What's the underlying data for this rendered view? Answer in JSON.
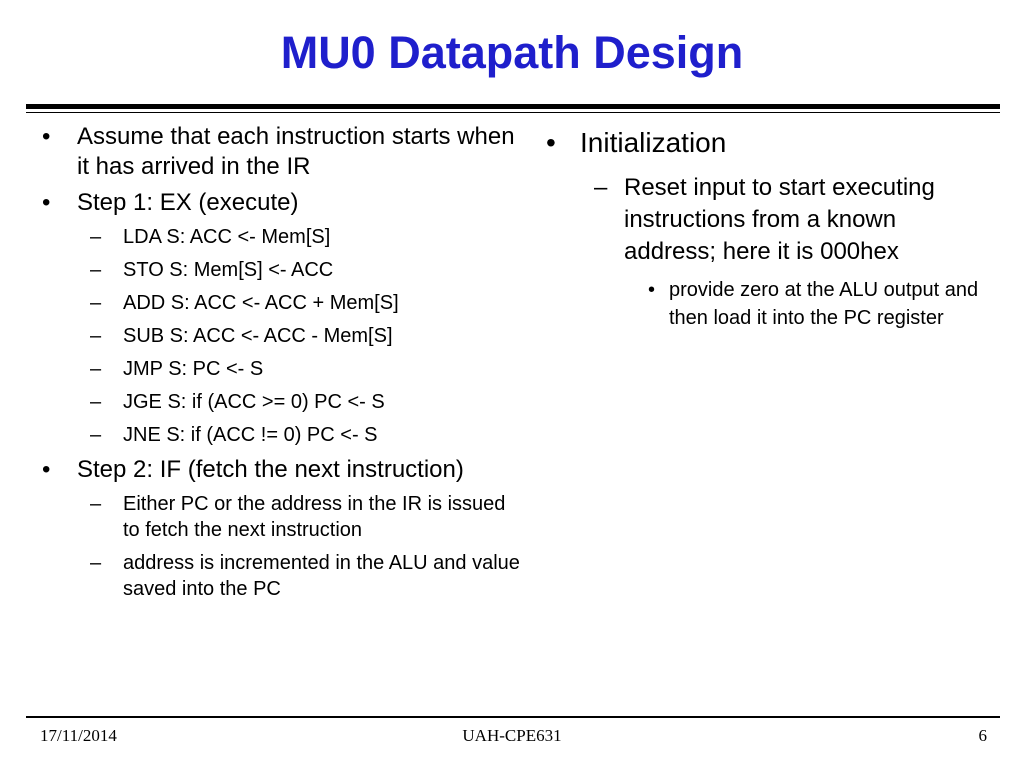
{
  "slide": {
    "title": "MU0 Datapath Design",
    "title_color": "#1f1fcc",
    "bullet_glyph": "•",
    "dash_glyph": "–"
  },
  "left_column": [
    {
      "level": 1,
      "text": "Assume that each instruction starts when it has arrived in the IR"
    },
    {
      "level": 1,
      "text": "Step 1: EX (execute)"
    },
    {
      "level": 2,
      "text": "LDA S: ACC <- Mem[S]"
    },
    {
      "level": 2,
      "text": "STO S: Mem[S] <- ACC"
    },
    {
      "level": 2,
      "text": "ADD S: ACC <- ACC + Mem[S]"
    },
    {
      "level": 2,
      "text": "SUB S: ACC <- ACC - Mem[S]"
    },
    {
      "level": 2,
      "text": "JMP S: PC <- S"
    },
    {
      "level": 2,
      "text": "JGE S: if (ACC >= 0) PC <- S"
    },
    {
      "level": 2,
      "text": "JNE S: if (ACC != 0) PC <- S"
    },
    {
      "level": 1,
      "text": "Step 2: IF (fetch the next instruction)"
    },
    {
      "level": 2,
      "text": "Either PC or the address in the IR is issued to fetch the next instruction"
    },
    {
      "level": 2,
      "text": "address is incremented in the ALU and value saved into the PC"
    }
  ],
  "right_column": [
    {
      "level": 1,
      "text": "Initialization"
    },
    {
      "level": 2,
      "text": "Reset input to start executing instructions from a known address; here it is 000hex"
    },
    {
      "level": 3,
      "text": "provide zero at the ALU output and then load it into the PC register"
    }
  ],
  "footer": {
    "date": "17/11/2014",
    "center": "UAH-CPE631",
    "page": "6"
  }
}
